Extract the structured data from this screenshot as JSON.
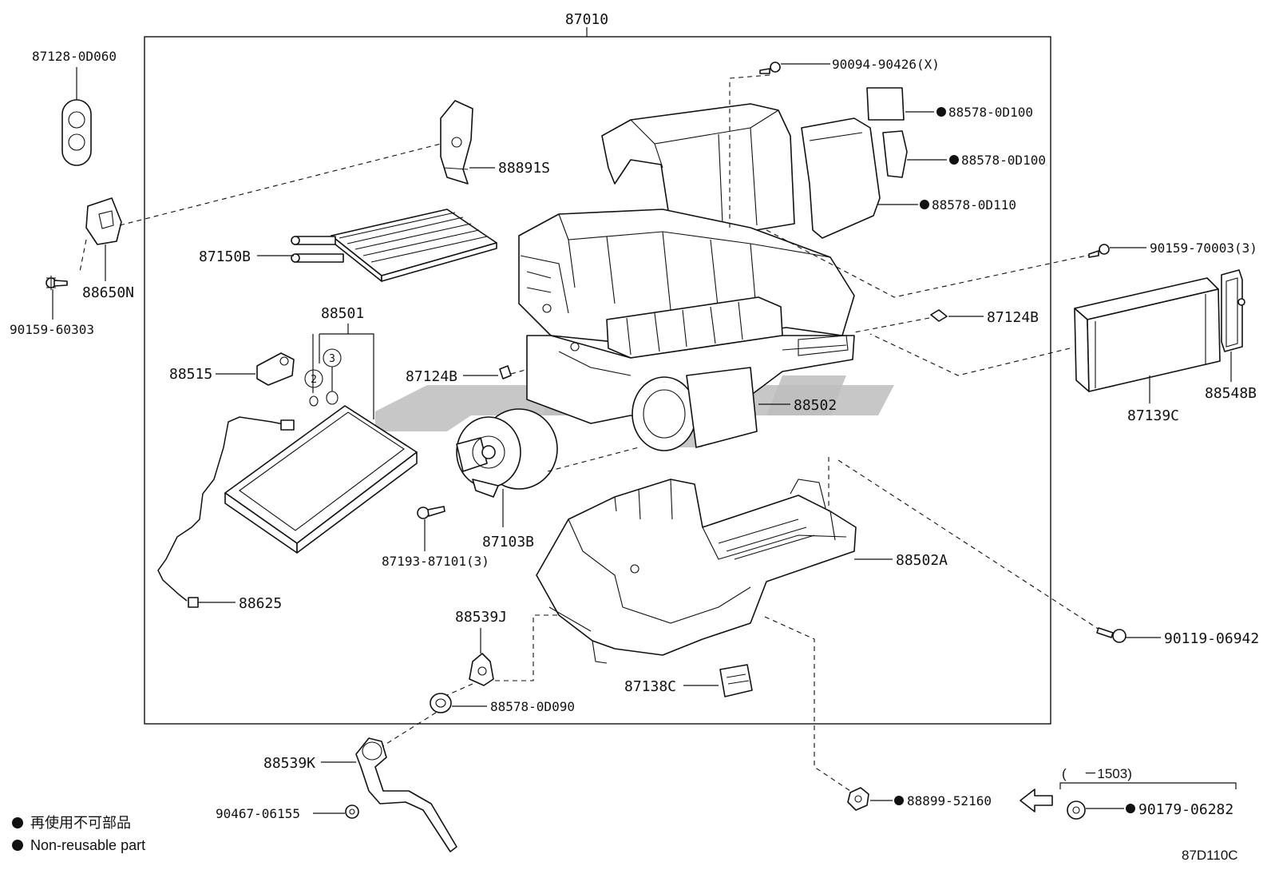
{
  "assembly_label": "87010",
  "parts": {
    "p87128": "87128-0D060",
    "p88650N": "88650N",
    "p90159_60303": "90159-60303",
    "p88891S": "88891S",
    "p87150B": "87150B",
    "p88501": "88501",
    "p88515": "88515",
    "p88625": "88625",
    "p87124B_a": "87124B",
    "p87124B_b": "87124B",
    "p88502": "88502",
    "p87103B": "87103B",
    "p87193": "87193-87101(3)",
    "p88502A": "88502A",
    "p88539J": "88539J",
    "p88578_0D090": "88578-0D090",
    "p87138C": "87138C",
    "p88539K": "88539K",
    "p90467": "90467-06155",
    "p90094": "90094-90426(X)",
    "p88578_0D100_a": "88578-0D100",
    "p88578_0D100_b": "88578-0D100",
    "p88578_0D110": "88578-0D110",
    "p90159_70003": "90159-70003(3)",
    "p87139C": "87139C",
    "p88548B": "88548B",
    "p90119": "90119-06942",
    "p88899": "88899-52160",
    "p90179": "90179-06282"
  },
  "callouts": {
    "c2": "2",
    "c3": "3"
  },
  "date_range": "(　 －1503)",
  "legend": {
    "cn": "再使用不可部品",
    "en": "Non-reusable part"
  },
  "diagram_code": "87D110C"
}
